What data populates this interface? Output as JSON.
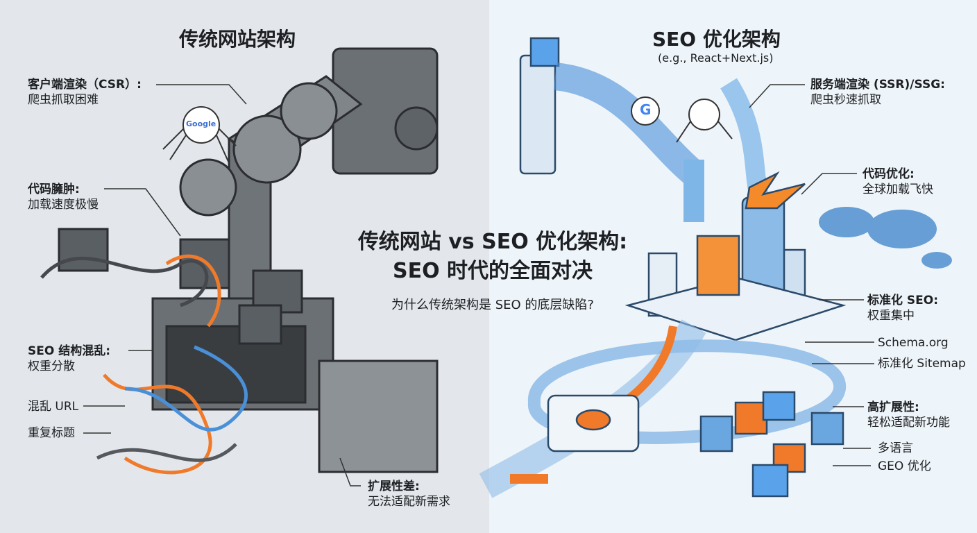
{
  "left": {
    "title": "传统网站架构",
    "labels": [
      {
        "head": "客户端渲染（CSR）:",
        "body": "爬虫抓取困难"
      },
      {
        "head": "代码臃肿:",
        "body": "加载速度极慢"
      },
      {
        "head": "SEO 结构混乱:",
        "body": "权重分散"
      },
      {
        "head": "扩展性差:",
        "body": "无法适配新需求"
      }
    ],
    "minor": [
      "混乱 URL",
      "重复标题"
    ],
    "spider_badge": "Google"
  },
  "right": {
    "title": "SEO 优化架构",
    "subtitle": "(e.g., React+Next.js)",
    "labels": [
      {
        "head": "服务端渲染 (SSR)/SSG:",
        "body": "爬虫秒速抓取"
      },
      {
        "head": "代码优化:",
        "body": "全球加载飞快"
      },
      {
        "head": "标准化 SEO:",
        "body": "权重集中"
      },
      {
        "head": "高扩展性:",
        "body": "轻松适配新功能"
      }
    ],
    "minor": [
      "Schema.org",
      "标准化 Sitemap",
      "多语言",
      "GEO 优化"
    ],
    "google_badge": "G"
  },
  "center": {
    "title_line1": "传统网站 vs SEO 优化架构:",
    "title_line2": "SEO 时代的全面对决",
    "subtitle": "为什么传统架构是 SEO 的底层缺陷?"
  },
  "colors": {
    "orange": "#f07a2a",
    "blue": "#4a90d9",
    "gray": "#55595e"
  }
}
